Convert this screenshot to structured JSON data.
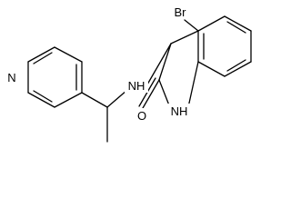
{
  "atoms": {
    "bromine": "Br",
    "amine_nh": "NH",
    "lactam_nh": "NH",
    "carbonyl_o": "O",
    "pyridine_n": "N"
  },
  "colors": {
    "bond": "#000000",
    "text": "#000000",
    "background": "#ffffff"
  }
}
